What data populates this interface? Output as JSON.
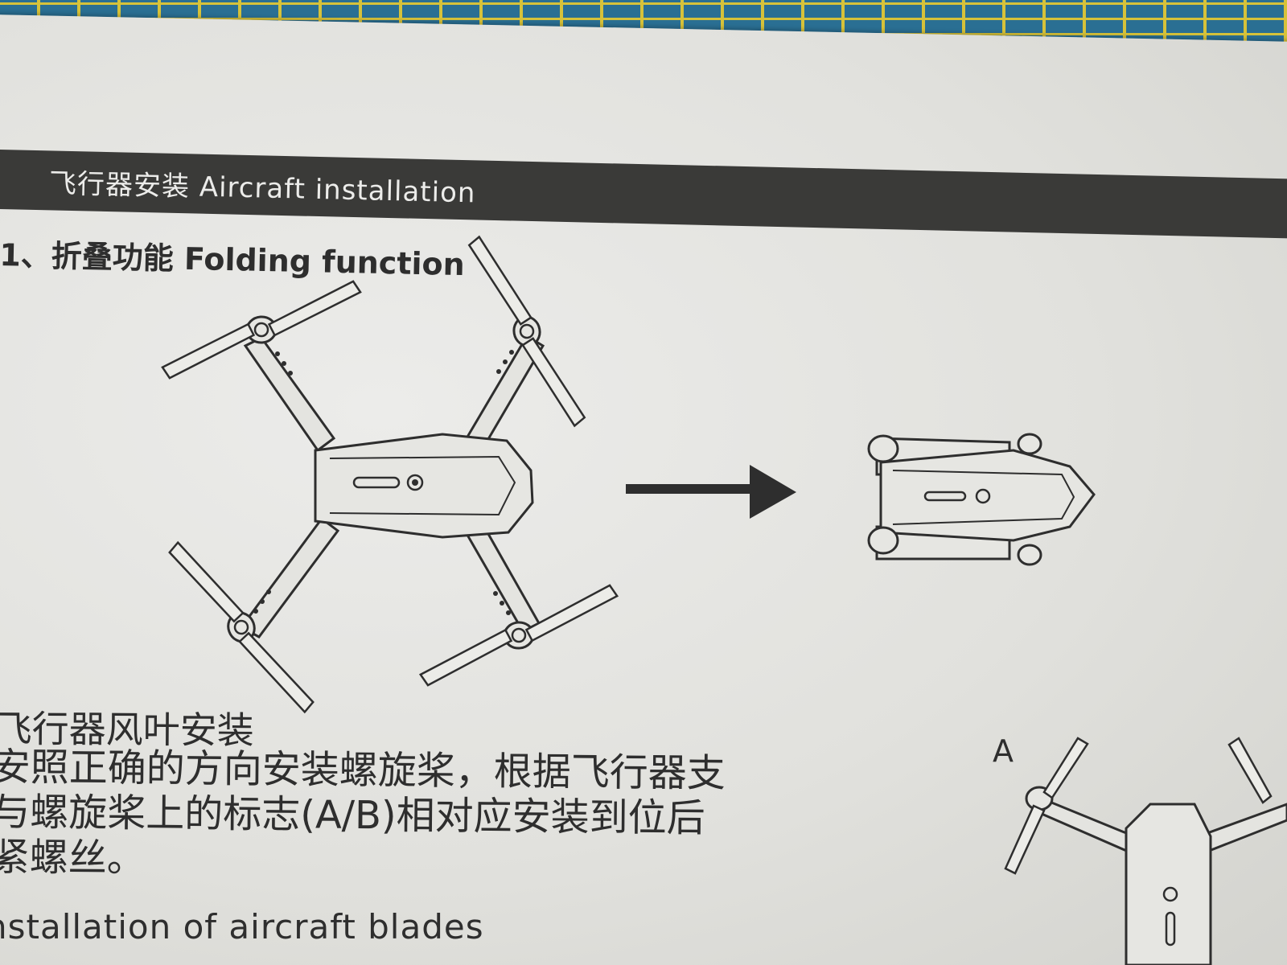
{
  "header": {
    "title": "飞行器安装  Aircraft installation"
  },
  "section1": {
    "title": "1、折叠功能  Folding function"
  },
  "blades": {
    "cn_title": "飞行器风叶安装",
    "instructions": [
      "安照正确的方向安装螺旋桨，根据飞行器支",
      "与螺旋桨上的标志(A/B)相对应安装到位后",
      "紧螺丝。"
    ],
    "en_title": "nstallation of aircraft blades",
    "label": "A"
  },
  "colors": {
    "header_band": "#3a3a38",
    "paper": "#e6e6e2",
    "ink": "#2e2e2e",
    "mat": "#2a6f93"
  },
  "icons": [
    "drone-unfolded-icon",
    "arrow-right-icon",
    "drone-folded-icon",
    "drone-partial-icon"
  ]
}
